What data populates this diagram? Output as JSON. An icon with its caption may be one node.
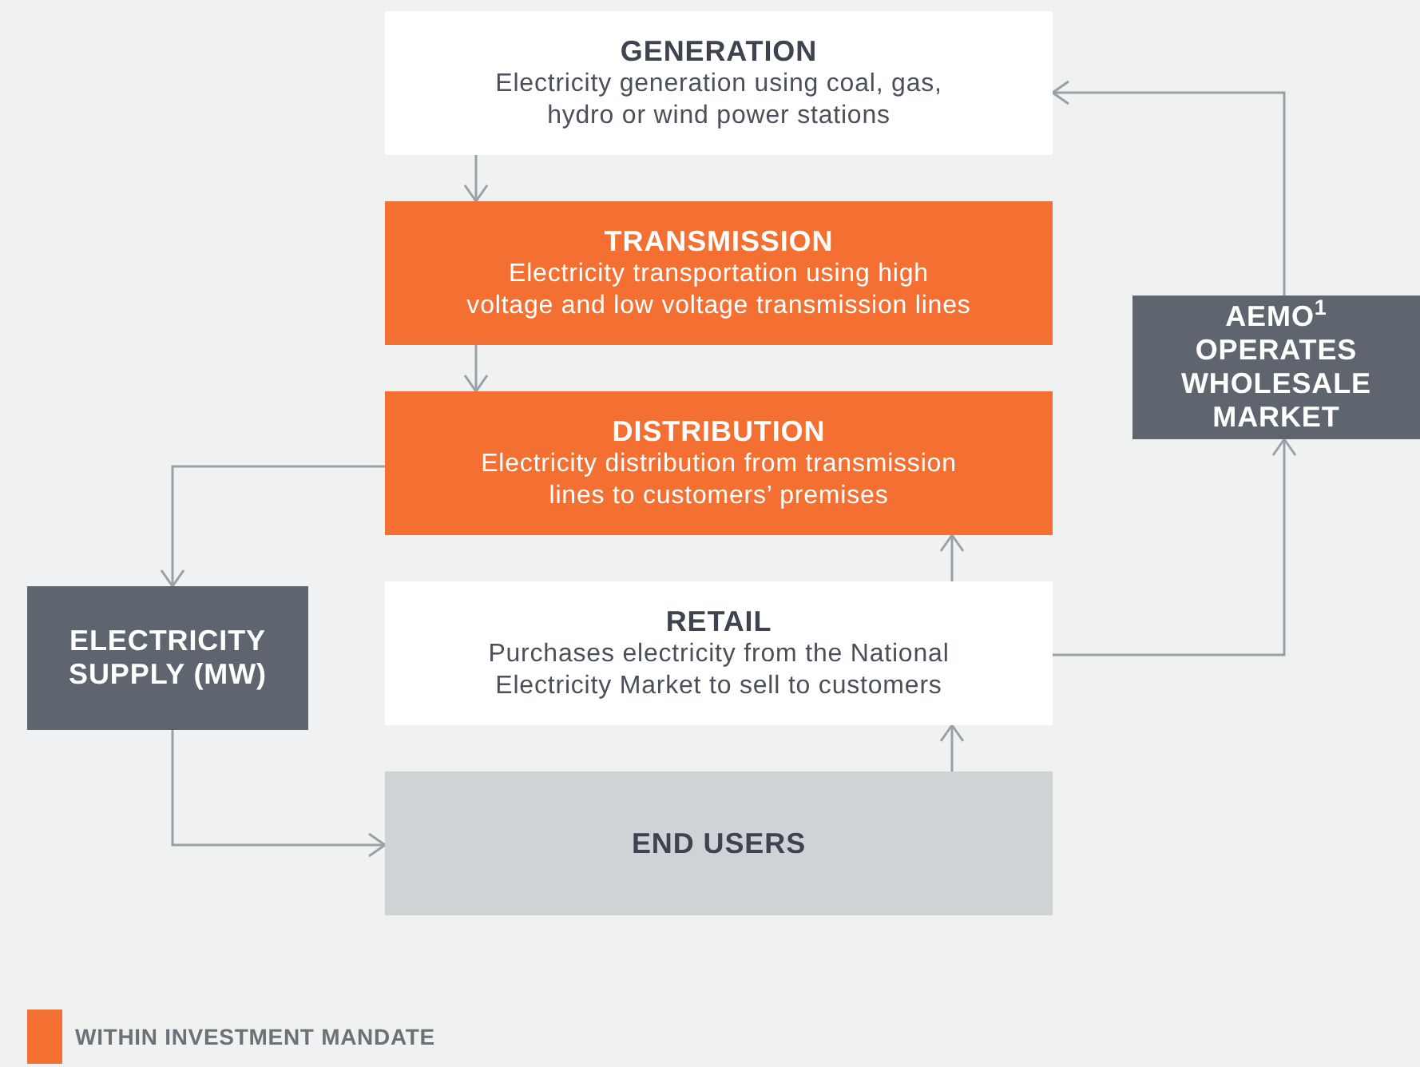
{
  "diagram": {
    "nodes": [
      {
        "text": [
          "GENERATION",
          "Electricity generation using coal, gas, hydro or wind power stations"
        ]
      },
      {
        "text": [
          "TRANSMISSION",
          "Electricity transportation using high voltage and low voltage transmission lines"
        ]
      },
      {
        "text": [
          "DISTRIBUTION",
          "Electricity distribution from transmission lines to customers’ premises"
        ]
      },
      {
        "text": [
          "RETAIL",
          "Purchases electricity from the National Electricity Market to sell to customers"
        ]
      },
      {
        "text": [
          "END USERS"
        ]
      },
      {
        "text": [
          "ELECTRICITY SUPPLY (MW)"
        ]
      },
      {
        "text": [
          "AEMO$^{1}$ OPERATES WHOLESALE MARKET"
        ]
      }
    ],
    "edges": [
      {
        "from": 0,
        "to": 1,
        "arrow": "to"
      },
      {
        "from": 1,
        "to": 2,
        "arrow": "to"
      },
      {
        "from": 3,
        "to": 2,
        "arrow": "to"
      },
      {
        "from": 4,
        "to": 3,
        "arrow": "to"
      },
      {
        "from": 2,
        "to": 5,
        "arrow": "to"
      },
      {
        "from": 5,
        "to": 4,
        "arrow": "to"
      },
      {
        "from": 3,
        "to": 6,
        "arrow": "to"
      },
      {
        "from": 6,
        "to": 0,
        "arrow": "to"
      }
    ],
    "legend": [
      {
        "text": "WITHIN INVESTMENT MANDATE",
        "color": "#f37032"
      }
    ]
  }
}
